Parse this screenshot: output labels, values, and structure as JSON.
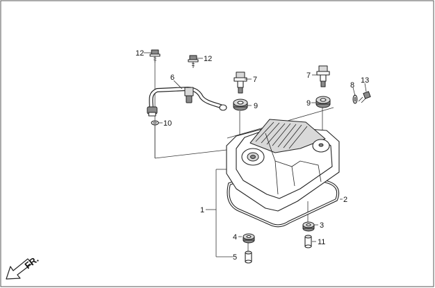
{
  "direction_label": "FR.",
  "callouts": {
    "p1": "1",
    "p2": "2",
    "p3": "3",
    "p4": "4",
    "p5": "5",
    "p6": "6",
    "p7a": "7",
    "p7b": "7",
    "p8": "8",
    "p9a": "9",
    "p9b": "9",
    "p10": "10",
    "p11": "11",
    "p12a": "12",
    "p12b": "12",
    "p13": "13"
  }
}
